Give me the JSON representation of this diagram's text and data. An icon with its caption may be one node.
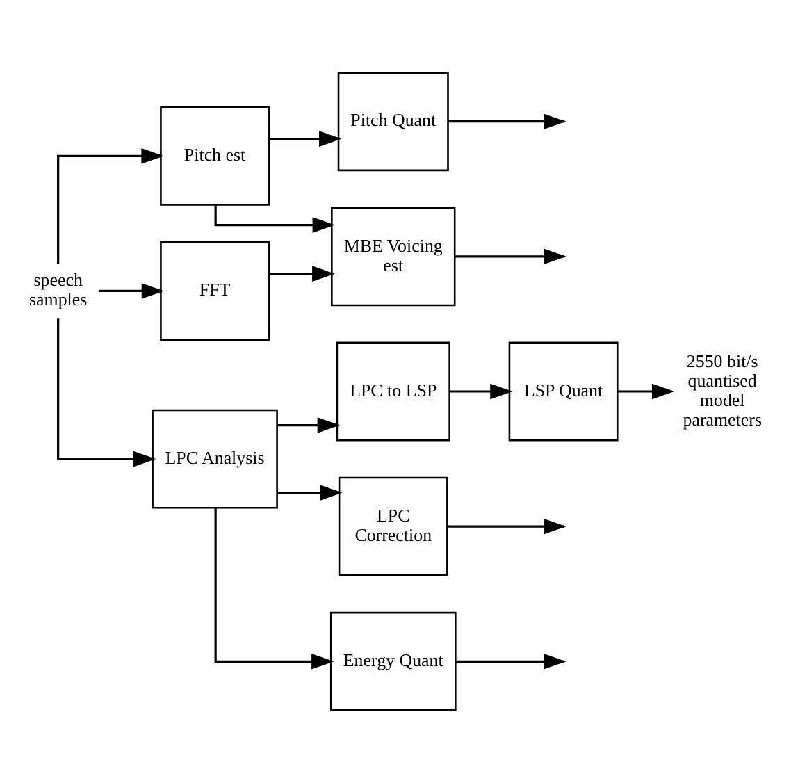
{
  "diagram": {
    "nodes": [
      {
        "text": [
          "speech samples"
        ]
      },
      {
        "text": [
          "Pitch est"
        ]
      },
      {
        "text": [
          "Pitch Quant"
        ]
      },
      {
        "text": [
          "FFT"
        ]
      },
      {
        "text": [
          "MBE Voicing est"
        ]
      },
      {
        "text": [
          "LPC Analysis"
        ]
      },
      {
        "text": [
          "LPC to LSP"
        ]
      },
      {
        "text": [
          "LSP Quant"
        ]
      },
      {
        "text": [
          "2550 bit/s quantised model parameters"
        ]
      },
      {
        "text": [
          "LPC Correction"
        ]
      },
      {
        "text": [
          "Energy Quant"
        ]
      }
    ],
    "edges": [
      {
        "from": 0,
        "to": 1,
        "arrow": "to"
      },
      {
        "from": 0,
        "to": 3,
        "arrow": "to"
      },
      {
        "from": 0,
        "to": 5,
        "arrow": "to"
      },
      {
        "from": 1,
        "to": 2,
        "arrow": "to"
      },
      {
        "from": 1,
        "to": 4,
        "arrow": "to"
      },
      {
        "from": 3,
        "to": 4,
        "arrow": "to"
      },
      {
        "from": 5,
        "to": 6,
        "arrow": "to"
      },
      {
        "from": 5,
        "to": 9,
        "arrow": "to"
      },
      {
        "from": 5,
        "to": 10,
        "arrow": "to"
      },
      {
        "from": 6,
        "to": 7,
        "arrow": "to"
      },
      {
        "from": 2,
        "to": null,
        "arrow": "to"
      },
      {
        "from": 4,
        "to": null,
        "arrow": "to"
      },
      {
        "from": 7,
        "to": 8,
        "arrow": "to"
      },
      {
        "from": 9,
        "to": null,
        "arrow": "to"
      },
      {
        "from": 10,
        "to": null,
        "arrow": "to"
      }
    ]
  }
}
